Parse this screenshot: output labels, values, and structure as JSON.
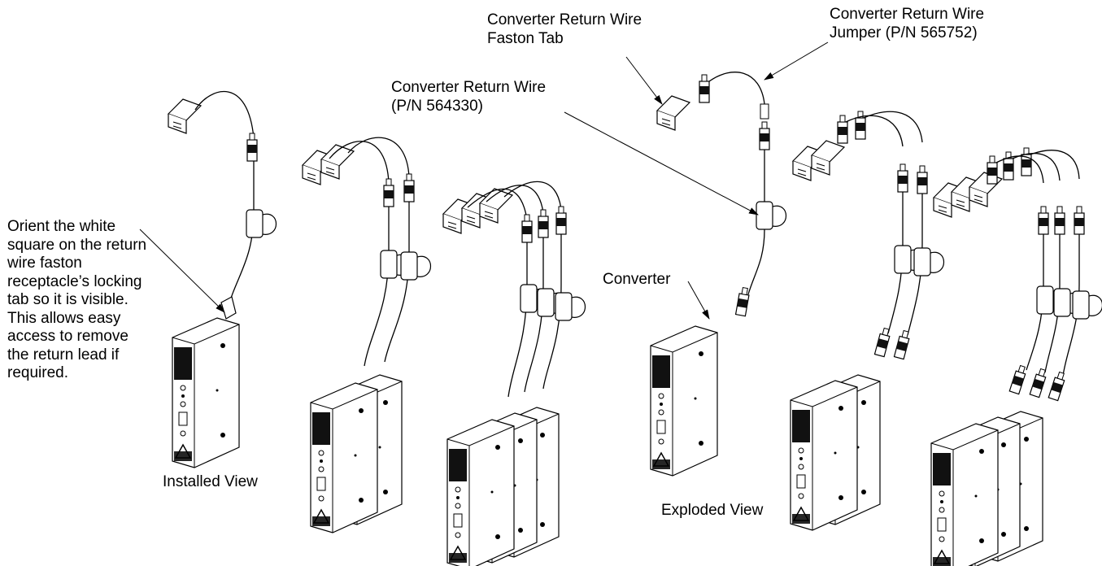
{
  "labels": {
    "orient_note": "Orient the white square on the return wire faston receptacle’s locking tab so it is visible.  This allows easy access to remove the return lead if required.",
    "installed_view": "Installed View",
    "exploded_view": "Exploded View",
    "converter": "Converter",
    "return_wire": [
      "Converter Return Wire",
      "(P/N 564330)"
    ],
    "faston_tab": [
      "Converter Return Wire",
      "Faston Tab"
    ],
    "jumper": [
      "Converter Return Wire",
      "Jumper (P/N 565752)"
    ]
  },
  "colors": {
    "line": "#000000",
    "fill": "#ffffff",
    "shade": "#1a1a1a"
  }
}
